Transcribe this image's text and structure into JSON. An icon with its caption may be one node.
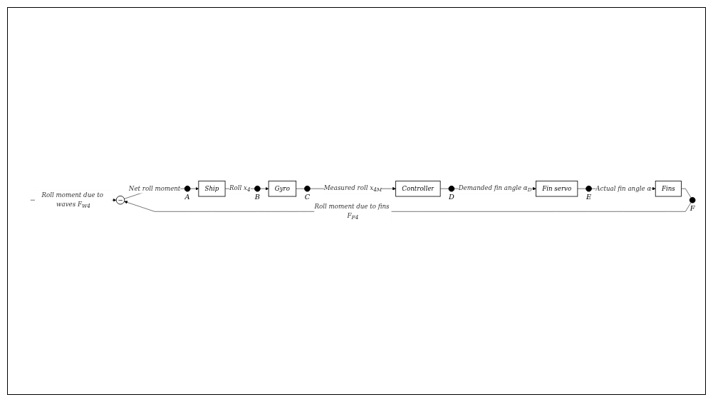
{
  "diagram": {
    "nodes": [
      {
        "text": [
          "−"
        ]
      },
      {
        "text": [],
        "shape": "circle",
        "beside": [
          "A"
        ]
      },
      {
        "text": [
          "Ship"
        ]
      },
      {
        "text": [],
        "shape": "circle",
        "beside": [
          "B"
        ]
      },
      {
        "text": [
          "Gyro"
        ]
      },
      {
        "text": [],
        "shape": "circle",
        "beside": [
          "C"
        ]
      },
      {
        "text": [
          "Controller"
        ]
      },
      {
        "text": [],
        "shape": "circle",
        "beside": [
          "D"
        ]
      },
      {
        "text": [
          "Fin servo"
        ]
      },
      {
        "text": [],
        "shape": "circle",
        "beside": [
          "E"
        ]
      },
      {
        "text": [
          "Fins"
        ]
      },
      {
        "text": [],
        "shape": "circle",
        "beside": [
          "F"
        ]
      }
    ],
    "edges": [
      {
        "from": null,
        "to": 0,
        "arrow": "to",
        "label": "Roll moment due to waves F$_{W4}$"
      },
      {
        "from": 0,
        "to": 1,
        "arrow": "none",
        "label": "Net roll moment"
      },
      {
        "from": 1,
        "to": 2,
        "arrow": "to"
      },
      {
        "from": 2,
        "to": 3,
        "arrow": "none",
        "label": "Roll x$_{4}$"
      },
      {
        "from": 3,
        "to": 4,
        "arrow": "to"
      },
      {
        "from": 4,
        "to": 5,
        "arrow": "none"
      },
      {
        "from": 5,
        "to": 6,
        "arrow": "to",
        "label": "Measured roll x$_{4M}$"
      },
      {
        "from": 6,
        "to": 7,
        "arrow": "none"
      },
      {
        "from": 7,
        "to": 8,
        "arrow": "to",
        "label": "Demanded fin angle α$_{D}$"
      },
      {
        "from": 8,
        "to": 9,
        "arrow": "none"
      },
      {
        "from": 9,
        "to": 10,
        "arrow": "to",
        "label": "Actual fin angle α"
      },
      {
        "from": 10,
        "to": 11,
        "arrow": "none"
      },
      {
        "from": 11,
        "to": 0,
        "arrow": "to",
        "label": "Roll moment due to fins F$_{F4}$"
      }
    ]
  }
}
